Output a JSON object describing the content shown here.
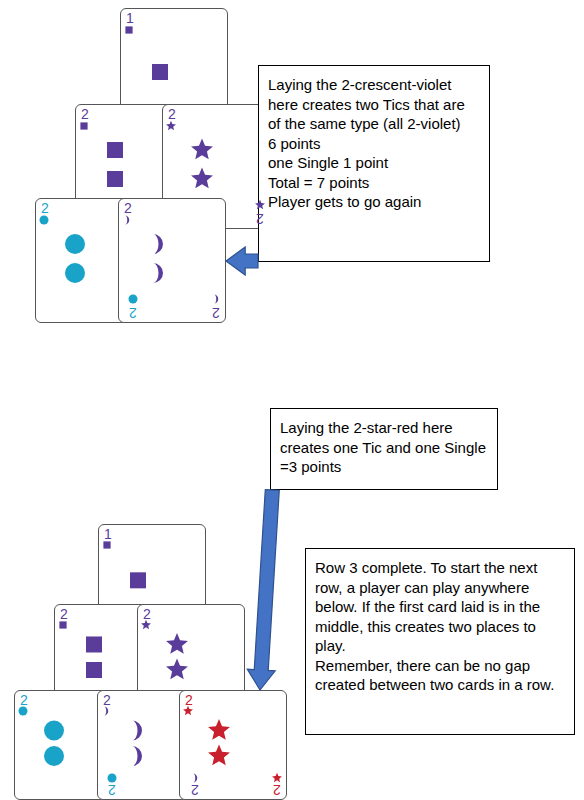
{
  "diagram": {
    "nodes": [
      {
        "text": [
          "1"
        ]
      },
      {
        "text": [
          "2"
        ]
      },
      {
        "text": [
          "2",
          "2"
        ]
      },
      {
        "text": [
          "Laying the 2-crescent-violet here creates two Tics that are of the same type (all 2-violet)",
          "6 points",
          "one Single 1 point",
          "Total = 7 points",
          "Player gets to go again"
        ]
      },
      {
        "text": [
          "2",
          "2"
        ]
      },
      {
        "text": [
          "2",
          "2"
        ]
      },
      {
        "text": [
          "Laying the 2-star-red here creates one Tic and one Single =3 points"
        ]
      },
      {
        "text": [
          "1"
        ]
      },
      {
        "text": [
          "2"
        ]
      },
      {
        "text": [
          "2"
        ]
      },
      {
        "text": [
          "Row 3 complete. To start the next row, a player can play anywhere below. If the first card laid is in the middle, this creates two places to play.",
          "Remember, there can be no gap created between two cards in a row."
        ]
      },
      {
        "text": [
          "2",
          "2"
        ]
      },
      {
        "text": [
          "2",
          "2"
        ]
      },
      {
        "text": [
          "2",
          "2"
        ]
      }
    ],
    "edges": [
      {
        "from": 3,
        "to": 5,
        "arrow": "to"
      },
      {
        "from": 6,
        "to": 13,
        "arrow": "to"
      }
    ]
  }
}
